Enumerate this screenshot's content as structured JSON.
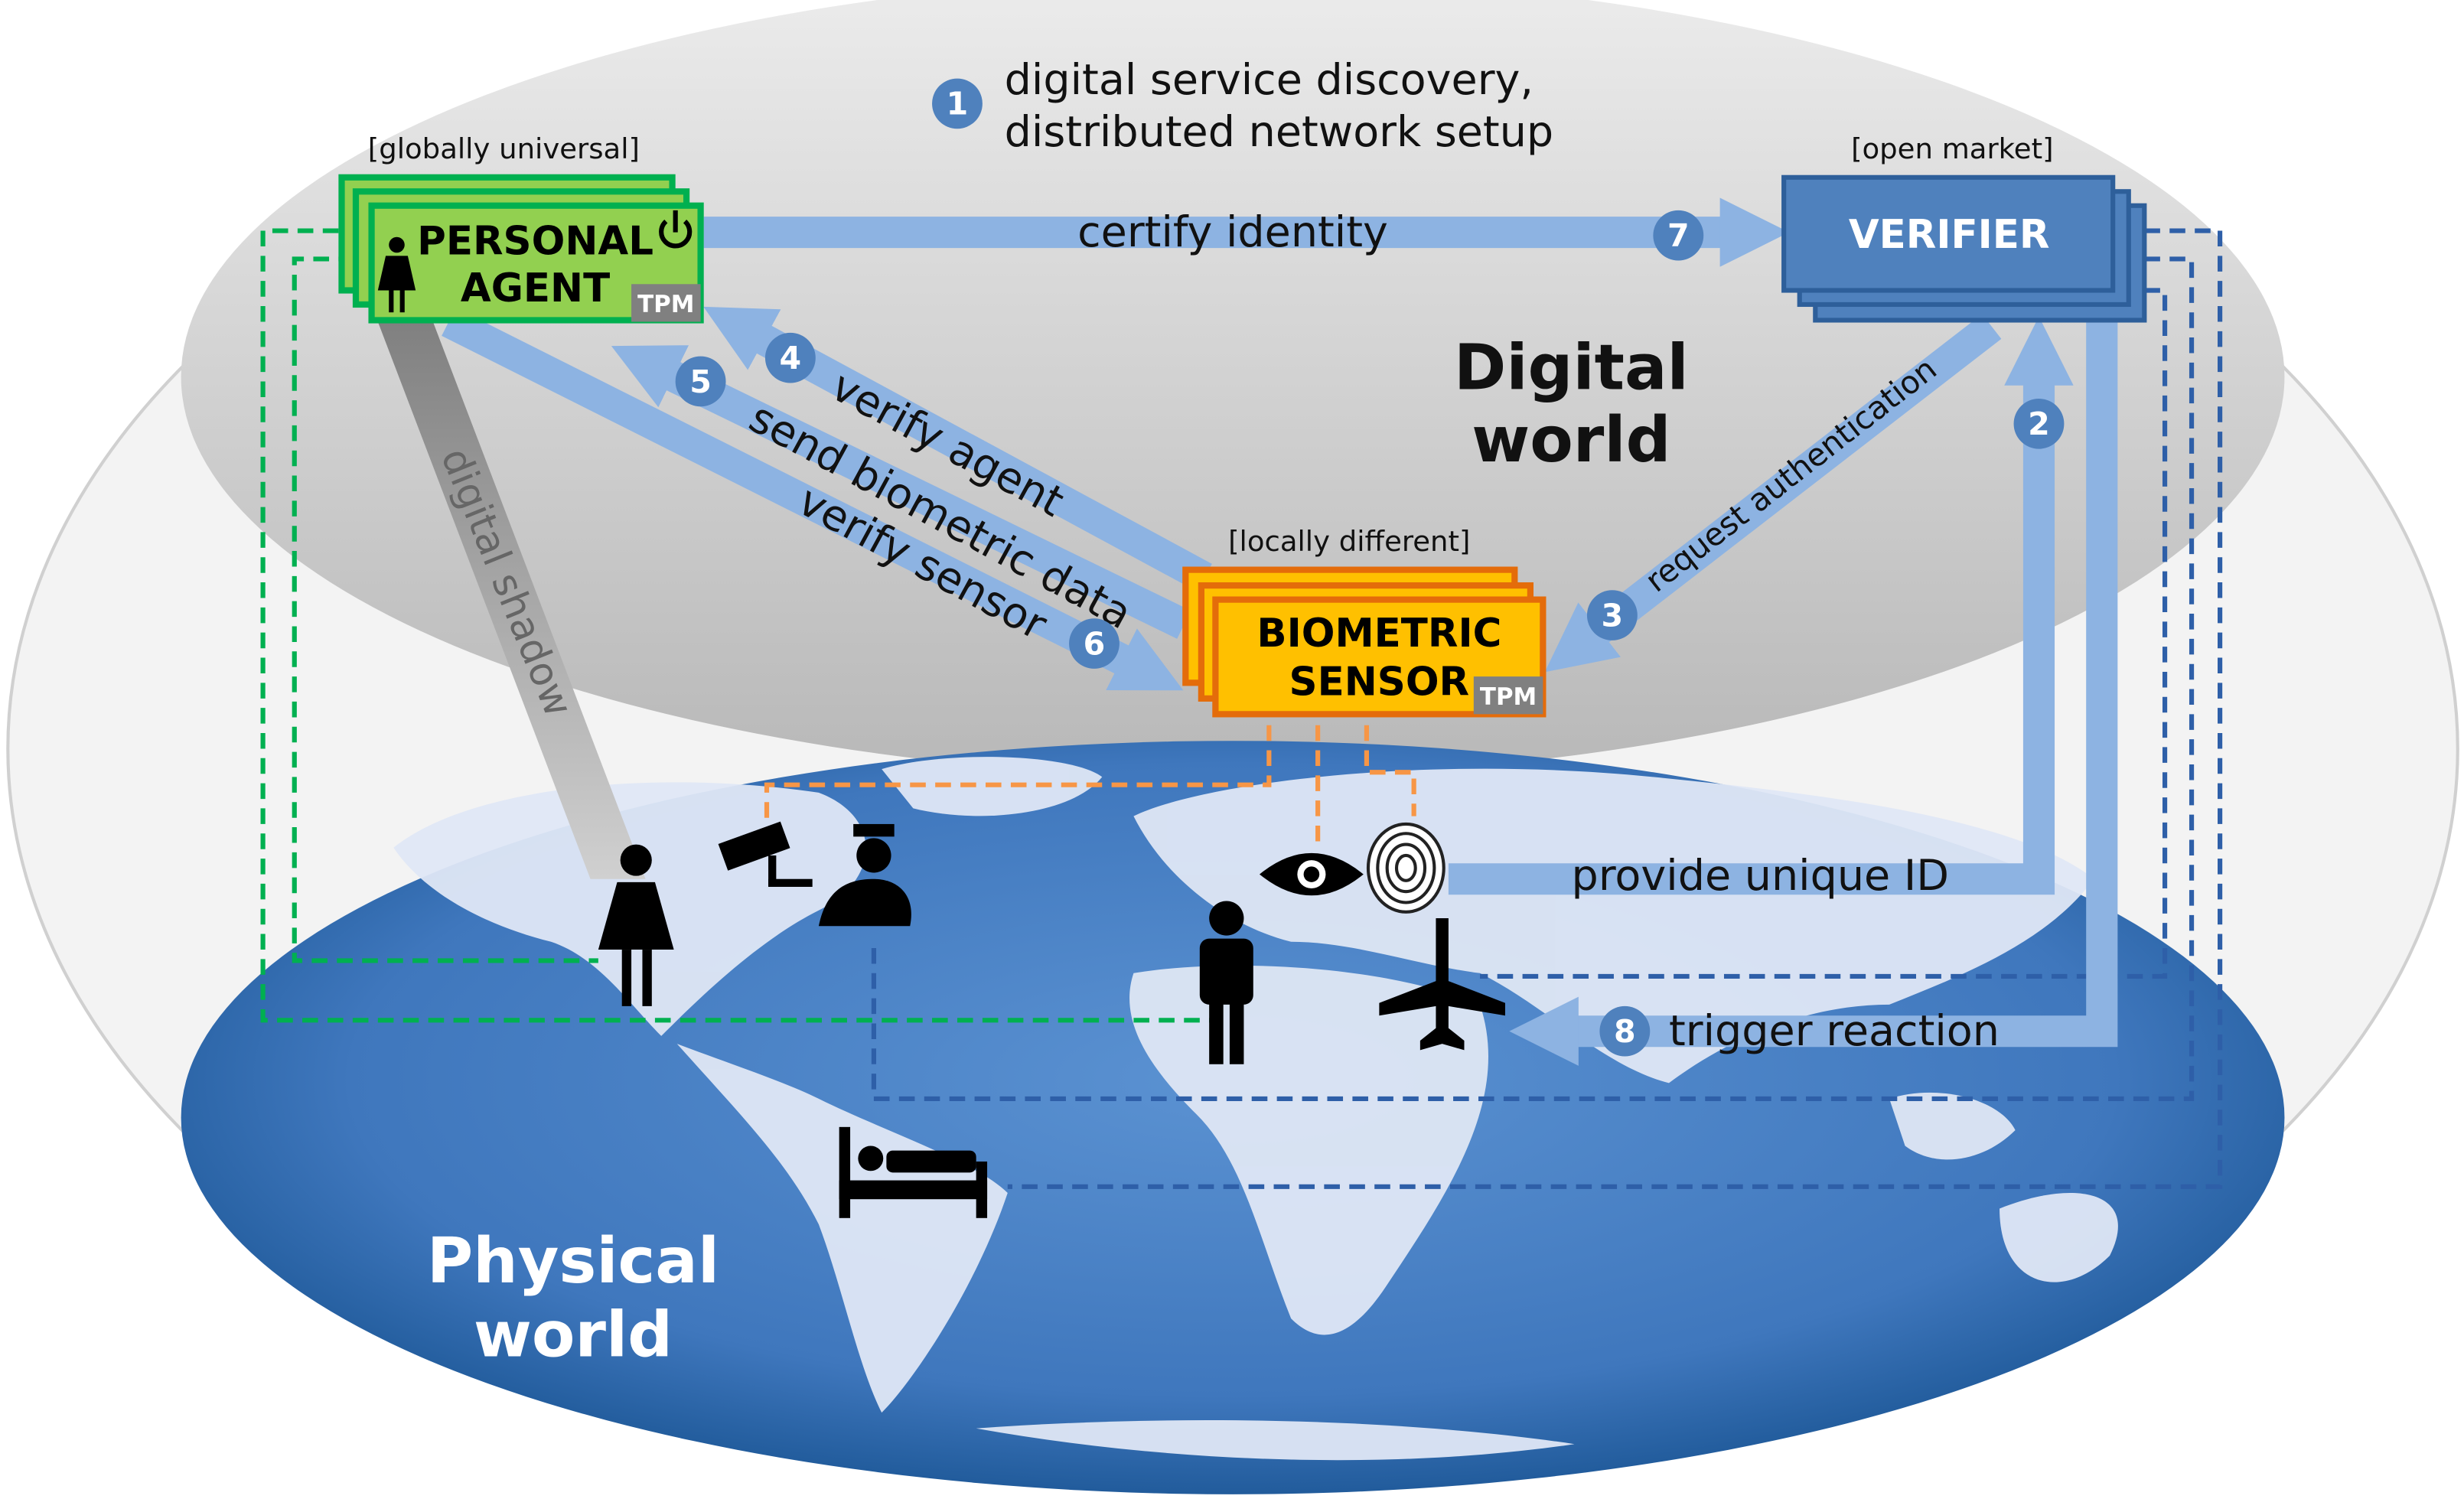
{
  "header": {
    "step1_number": "1",
    "step1_line1": "digital service discovery,",
    "step1_line2": "distributed network setup"
  },
  "regions": {
    "digital_line1": "Digital",
    "digital_line2": "world",
    "physical_line1": "Physical",
    "physical_line2": "world"
  },
  "personal_agent": {
    "tag": "[globally universal]",
    "line1": "PERSONAL",
    "line2": "AGENT",
    "tpm": "TPM"
  },
  "verifier": {
    "tag": "[open market]",
    "label": "VERIFIER"
  },
  "biometric_sensor": {
    "tag": "[locally different]",
    "line1": "BIOMETRIC",
    "line2": "SENSOR",
    "tpm": "TPM"
  },
  "flows": {
    "request_authentication": {
      "number": "2",
      "label": "provide unique ID"
    },
    "request_auth_sensor": {
      "number": "3",
      "label": "request authentication"
    },
    "verify_agent": {
      "number": "4",
      "label": "verify agent"
    },
    "send_biometric": {
      "number": "5",
      "label": "send biometric data"
    },
    "verify_sensor": {
      "number": "6",
      "label": "verify sensor"
    },
    "certify_identity": {
      "number": "7",
      "label": "certify identity"
    },
    "trigger_reaction": {
      "number": "8",
      "label": "trigger reaction"
    },
    "digital_shadow": {
      "label": "digital shadow"
    }
  },
  "colors": {
    "arrow": "#8db3e2",
    "badge": "#4f81bd",
    "agent_fill": "#92d050",
    "agent_stroke": "#00b050",
    "sensor_fill": "#ffc000",
    "sensor_stroke": "#e46c0a",
    "verifier_fill": "#4f81bd"
  }
}
